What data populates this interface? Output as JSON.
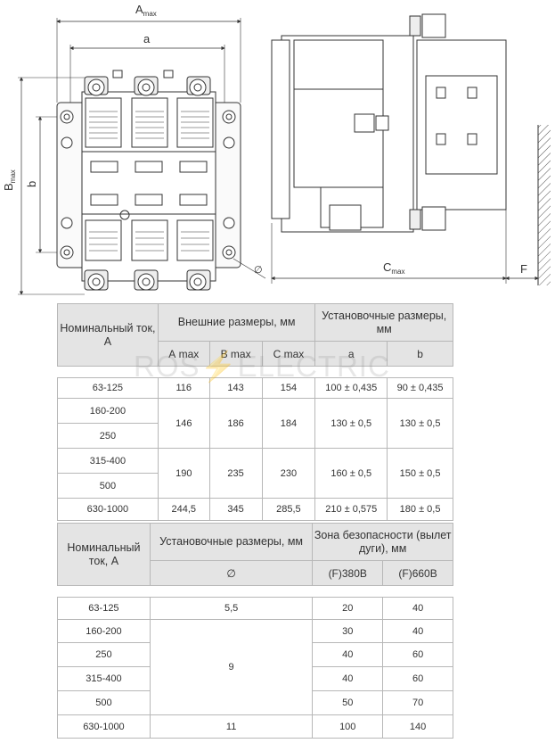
{
  "drawing": {
    "labels": {
      "a_max": "A",
      "a_max_sub": "max",
      "a": "a",
      "b_max": "B",
      "b_max_sub": "max",
      "b": "b",
      "c_max": "C",
      "c_max_sub": "max",
      "f": "F",
      "diameter": "∅"
    }
  },
  "table1": {
    "header": {
      "rated_current": "Номинальный ток, А",
      "outer_dims": "Внешние размеры, мм",
      "mount_dims": "Установочные размеры, мм",
      "a_max": "А max",
      "b_max": "B max",
      "c_max": "C max",
      "a": "a",
      "b": "b"
    },
    "rows": [
      {
        "current": "63-125",
        "a_max": "116",
        "b_max": "143",
        "c_max": "154",
        "a": "100 ± 0,435",
        "b": "90 ± 0,435"
      },
      {
        "current": "160-200",
        "current2": "250",
        "a_max": "146",
        "b_max": "186",
        "c_max": "184",
        "a": "130 ± 0,5",
        "b": "130 ± 0,5"
      },
      {
        "current": "315-400",
        "current2": "500",
        "a_max": "190",
        "b_max": "235",
        "c_max": "230",
        "a": "160 ± 0,5",
        "b": "150 ± 0,5"
      },
      {
        "current": "630-1000",
        "a_max": "244,5",
        "b_max": "345",
        "c_max": "285,5",
        "a": "210 ± 0,575",
        "b": "180 ± 0,5"
      }
    ]
  },
  "table2": {
    "header": {
      "rated_current": "Номинальный ток, А",
      "mount_dims": "Установочные размеры, мм",
      "diameter": "∅",
      "safety_zone": "Зона безопасности (вылет дуги), мм",
      "f380": "(F)380В",
      "f660": "(F)660В"
    },
    "rows": [
      {
        "current": "63-125",
        "dia": "5,5",
        "f380": "20",
        "f660": "40"
      },
      {
        "current": "160-200",
        "f380": "30",
        "f660": "40"
      },
      {
        "current": "250",
        "f380": "40",
        "f660": "60"
      },
      {
        "current": "315-400",
        "f380": "40",
        "f660": "60"
      },
      {
        "current": "500",
        "f380": "50",
        "f660": "70"
      },
      {
        "current": "630-1000",
        "dia": "11",
        "f380": "100",
        "f660": "140"
      }
    ],
    "dia_merged": "9"
  },
  "watermark": {
    "left": "ROS",
    "bolt": "⚡",
    "right": "ELECTRIC"
  }
}
